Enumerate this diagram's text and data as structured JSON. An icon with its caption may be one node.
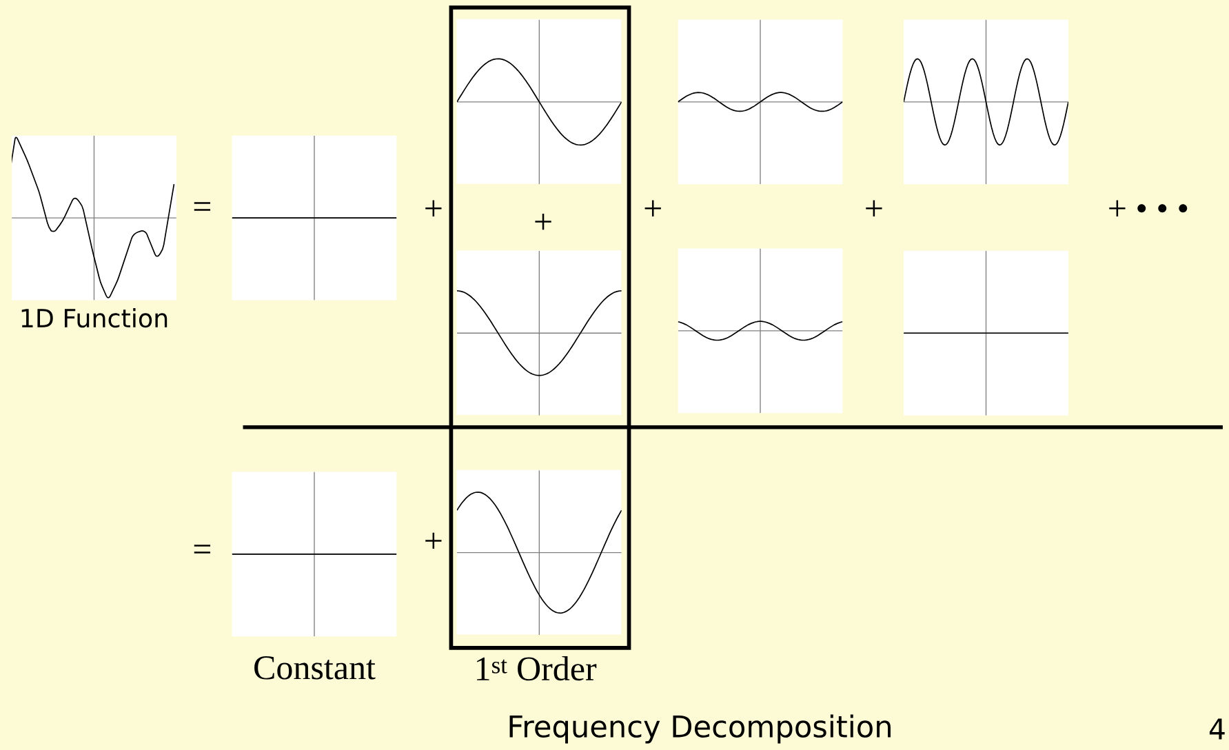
{
  "diagram": {
    "caption": "Frequency Decomposition",
    "nodes": [
      {
        "text": [
          "1$^{st}$ Order"
        ]
      },
      {
        "text": [
          "1D Function"
        ]
      },
      {
        "text": [],
        "shape": "picture"
      },
      {
        "text": [],
        "shape": "picture",
        "in": 0
      },
      {
        "text": [],
        "shape": "picture",
        "in": 0
      },
      {
        "text": [],
        "shape": "picture"
      },
      {
        "text": [],
        "shape": "picture"
      },
      {
        "text": [],
        "shape": "picture"
      },
      {
        "text": [],
        "shape": "picture"
      },
      {
        "text": [
          "Constant"
        ]
      },
      {
        "text": [],
        "shape": "picture",
        "in": 0
      }
    ],
    "labels": [
      "=",
      "+",
      "+",
      "+",
      "+",
      "+ • • •",
      "=",
      "+",
      "4"
    ]
  }
}
